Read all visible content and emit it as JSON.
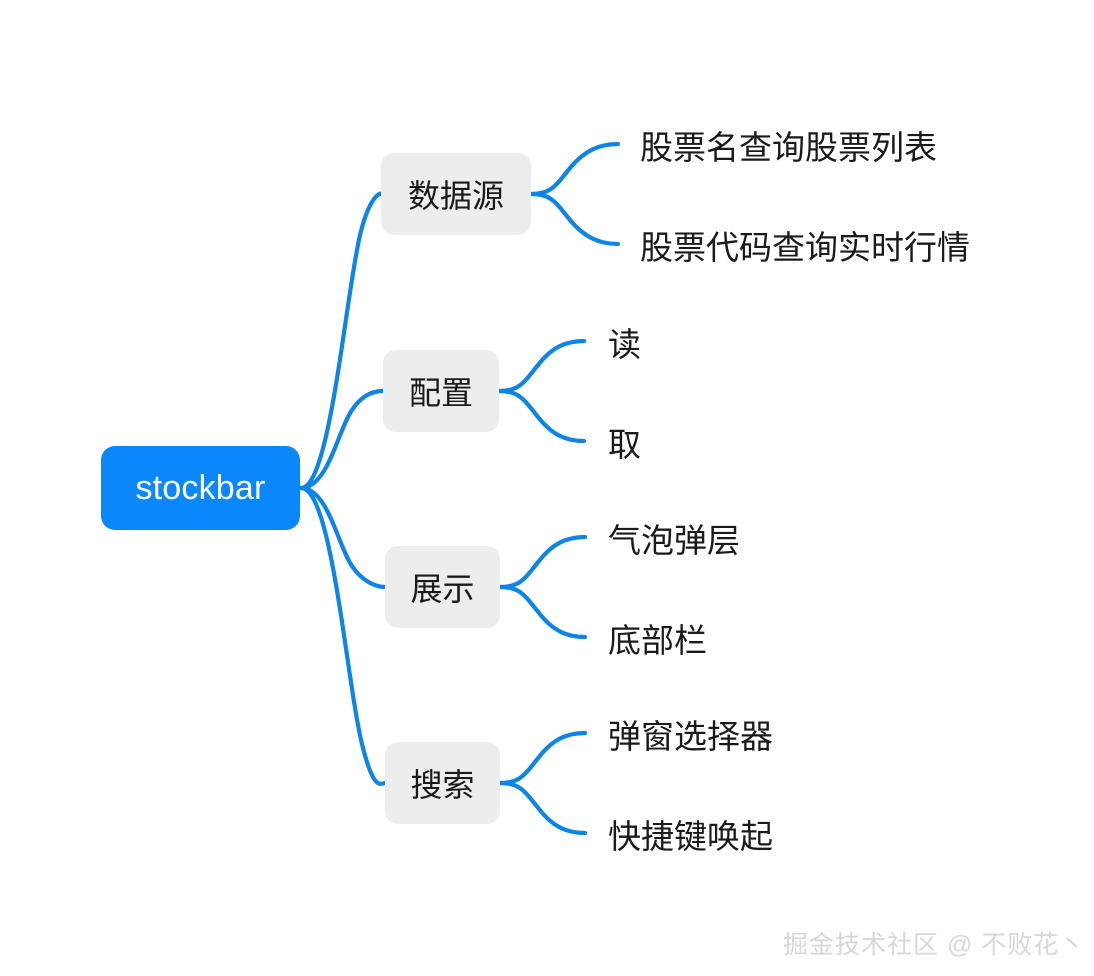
{
  "diagram": {
    "type": "mindmap",
    "root": {
      "label": "stockbar",
      "color": "#0a88fb",
      "text_color": "#ffffff"
    },
    "connector_color": "#0e84e6",
    "branch_bg": "#ededed",
    "branch_text_color": "#1a1a1a",
    "branches": [
      {
        "label": "数据源",
        "leaves": [
          "股票名查询股票列表",
          "股票代码查询实时行情"
        ]
      },
      {
        "label": "配置",
        "leaves": [
          "读",
          "取"
        ]
      },
      {
        "label": "展示",
        "leaves": [
          "气泡弹层",
          "底部栏"
        ]
      },
      {
        "label": "搜索",
        "leaves": [
          "弹窗选择器",
          "快捷键唤起"
        ]
      }
    ]
  },
  "watermark": {
    "text": "掘金技术社区 @ 不败花丶",
    "color": "#d7d7d7"
  }
}
